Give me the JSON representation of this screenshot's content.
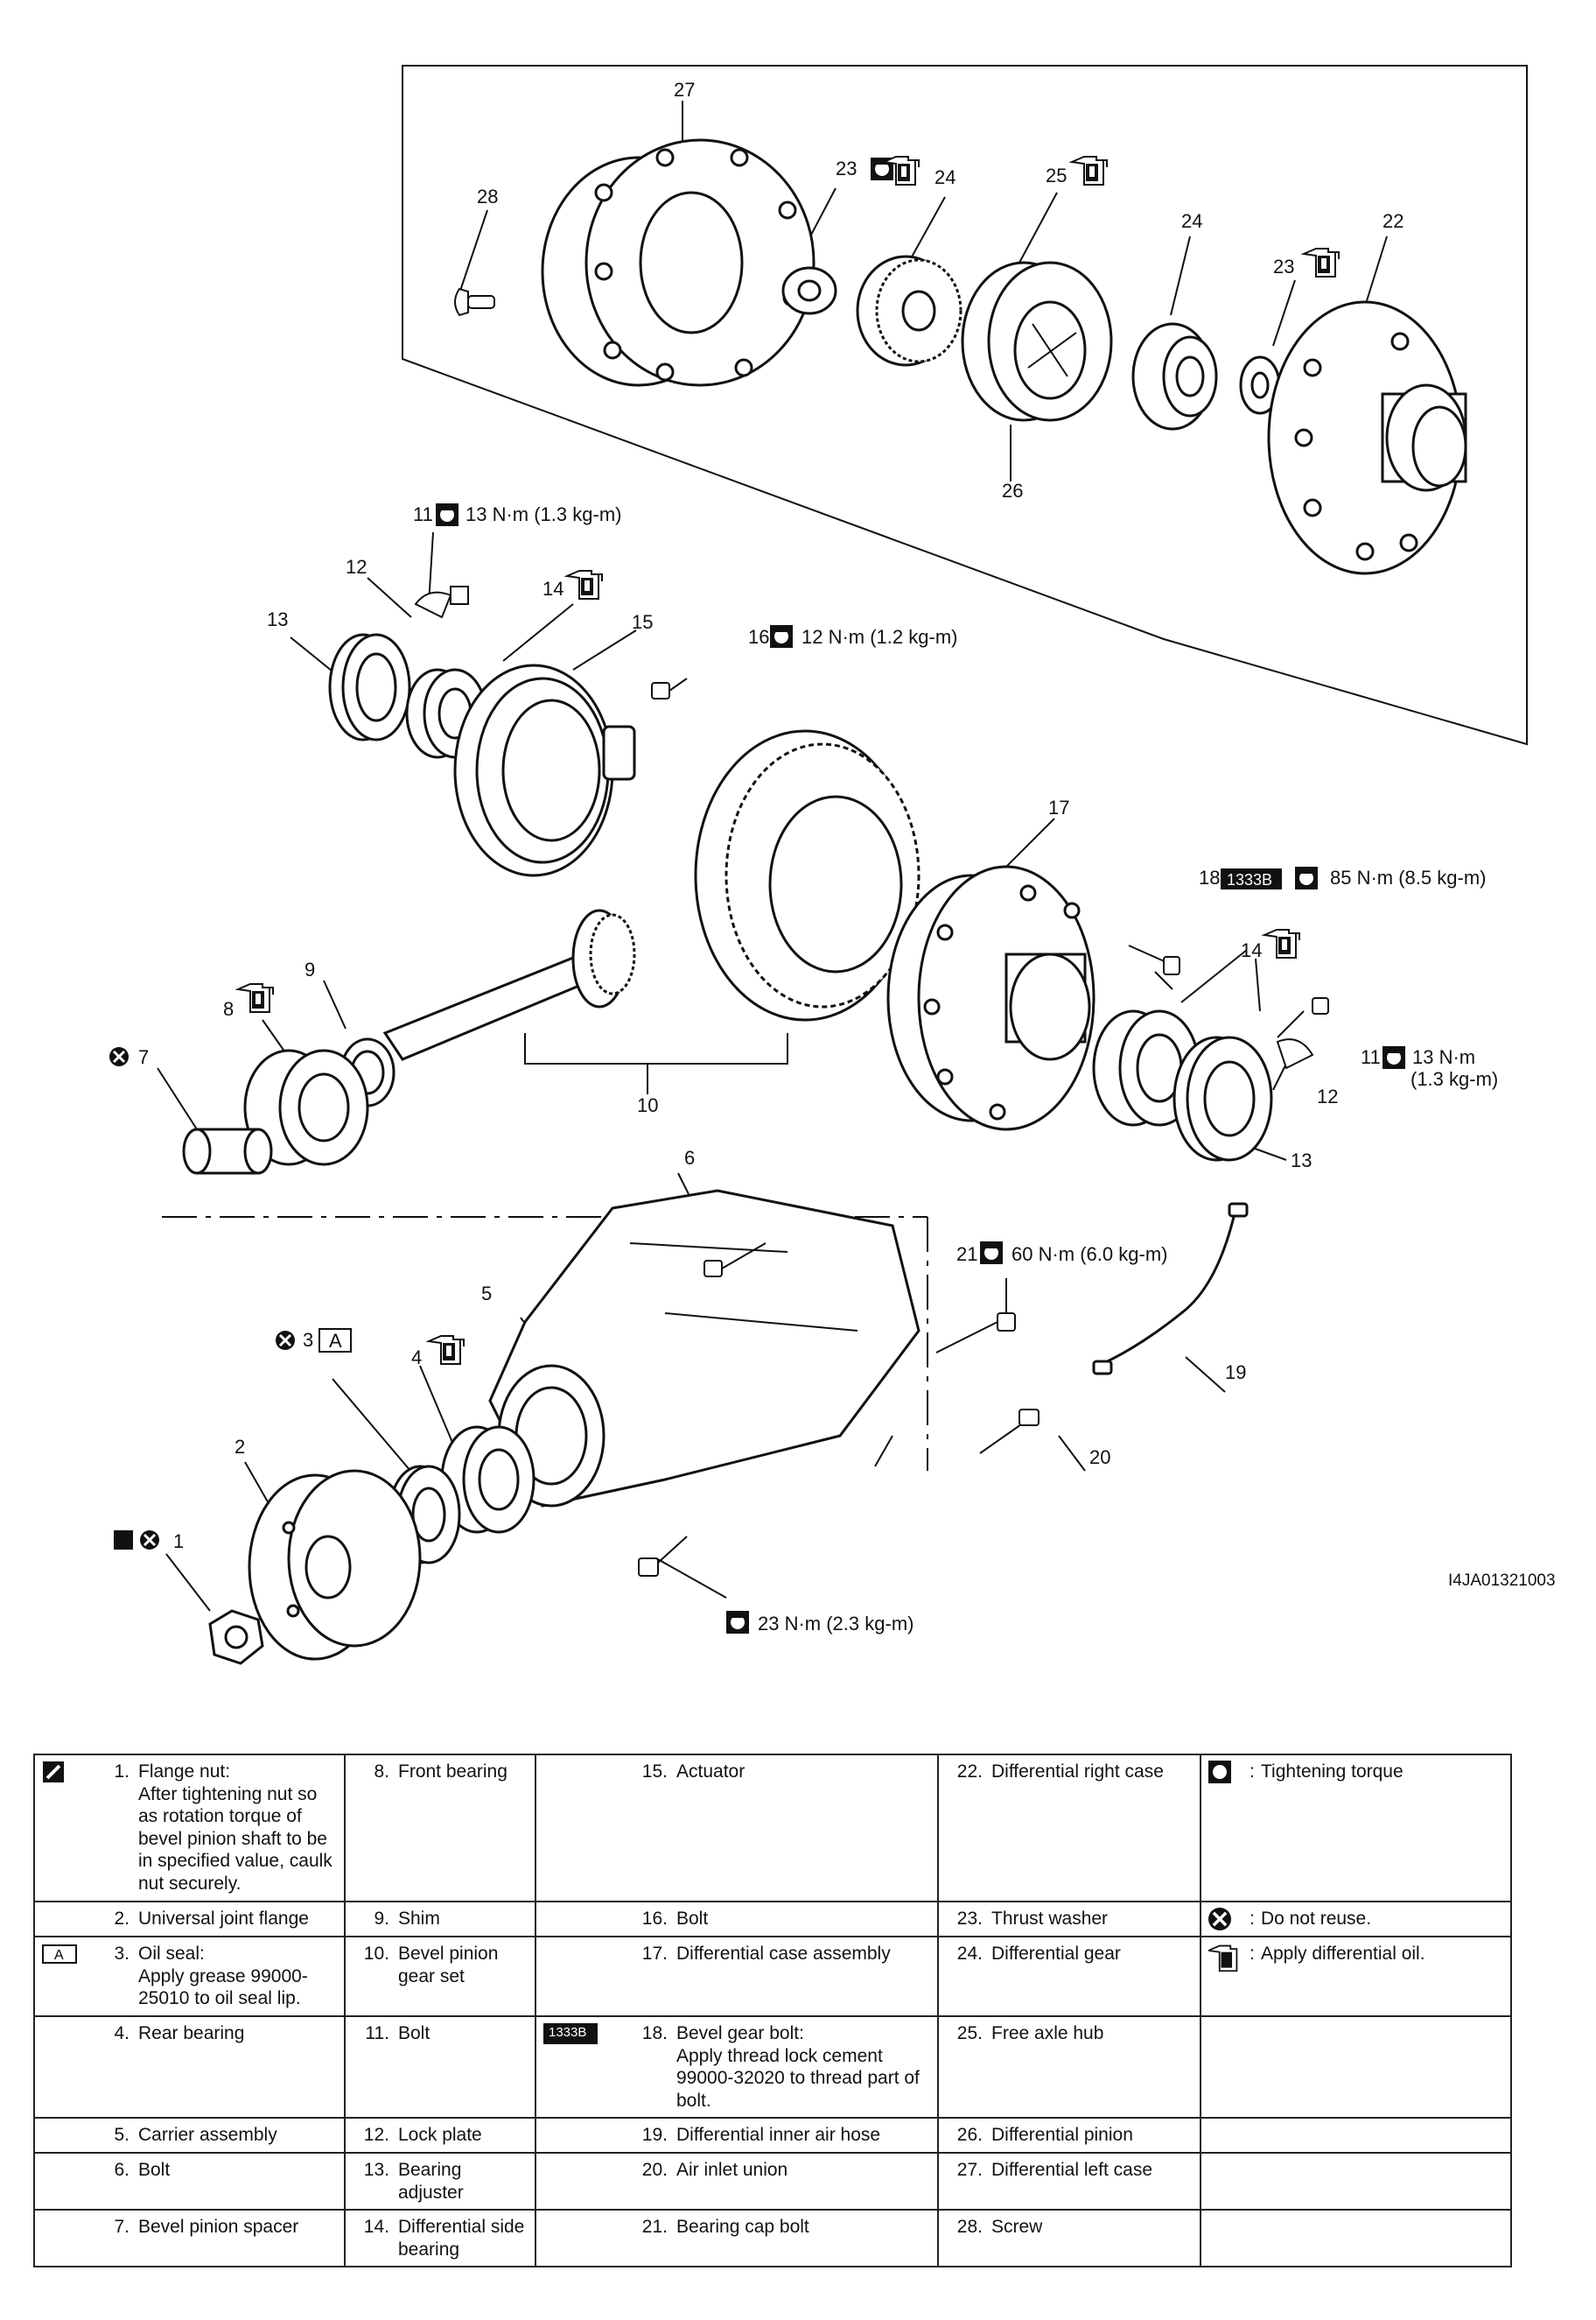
{
  "drawing_code": "I4JA01321003",
  "callouts": {
    "c1": "1",
    "c2": "2",
    "c3": "3",
    "c4": "4",
    "c5": "5",
    "c6": "6",
    "c7": "7",
    "c8": "8",
    "c9": "9",
    "c10": "10",
    "c11a": "11",
    "c11a_torque": "13 N·m (1.3 kg-m)",
    "c11b": "11",
    "c11b_torque_1": "13 N·m",
    "c11b_torque_2": "(1.3 kg-m)",
    "c12a": "12",
    "c12b": "12",
    "c13a": "13",
    "c13b": "13",
    "c14a": "14",
    "c14b": "14",
    "c15": "15",
    "c16": "16",
    "c16_torque": "12 N·m (1.2 kg-m)",
    "c17": "17",
    "c18": "18",
    "c18_code": "1333B",
    "c18_torque": "85 N·m (8.5 kg-m)",
    "c19": "19",
    "c20": "20",
    "c21": "21",
    "c21_torque": "60 N·m (6.0 kg-m)",
    "c22": "22",
    "c23a": "23",
    "c23b": "23",
    "c24a": "24",
    "c24b": "24",
    "c25": "25",
    "c26": "26",
    "c27": "27",
    "c28": "28",
    "bolt_torque": "23 N·m (2.3 kg-m)",
    "grease_code": "A"
  },
  "legend": {
    "col1": [
      {
        "num": "1.",
        "title": "Flange nut:",
        "desc": "After tightening nut so as rotation torque of bevel pinion shaft to be in specified value, caulk nut securely.",
        "icon": "caulk-icon"
      },
      {
        "num": "2.",
        "title": "Universal joint flange"
      },
      {
        "num": "3.",
        "title": "Oil seal:",
        "desc": "Apply grease 99000-25010 to oil seal lip.",
        "icon": "grease-icon"
      },
      {
        "num": "4.",
        "title": "Rear bearing"
      },
      {
        "num": "5.",
        "title": "Carrier assembly"
      },
      {
        "num": "6.",
        "title": "Bolt"
      },
      {
        "num": "7.",
        "title": "Bevel pinion spacer"
      }
    ],
    "col2": [
      {
        "num": "8.",
        "title": "Front bearing"
      },
      {
        "num": "9.",
        "title": "Shim"
      },
      {
        "num": "10.",
        "title": "Bevel pinion gear set"
      },
      {
        "num": "11.",
        "title": "Bolt"
      },
      {
        "num": "12.",
        "title": "Lock plate"
      },
      {
        "num": "13.",
        "title": "Bearing adjuster"
      },
      {
        "num": "14.",
        "title": "Differential side bearing"
      }
    ],
    "col3": [
      {
        "num": "15.",
        "title": "Actuator"
      },
      {
        "num": "16.",
        "title": "Bolt"
      },
      {
        "num": "17.",
        "title": "Differential case assembly"
      },
      {
        "num": "18.",
        "title": "Bevel gear bolt:",
        "desc": "Apply thread lock cement 99000-32020 to thread part of bolt.",
        "icon": "thread-lock-icon",
        "code": "1333B"
      },
      {
        "num": "19.",
        "title": "Differential inner air hose"
      },
      {
        "num": "20.",
        "title": "Air inlet union"
      },
      {
        "num": "21.",
        "title": "Bearing cap bolt"
      }
    ],
    "col4": [
      {
        "num": "22.",
        "title": "Differential right case"
      },
      {
        "num": "23.",
        "title": "Thrust washer"
      },
      {
        "num": "24.",
        "title": "Differential gear"
      },
      {
        "num": "25.",
        "title": "Free axle hub"
      },
      {
        "num": "26.",
        "title": "Differential pinion"
      },
      {
        "num": "27.",
        "title": "Differential left case"
      },
      {
        "num": "28.",
        "title": "Screw"
      }
    ],
    "keys": [
      {
        "icon": "torque-icon",
        "sep": ":",
        "text": "Tightening torque"
      },
      {
        "icon": "do-not-reuse-icon",
        "sep": ":",
        "text": "Do not reuse."
      },
      {
        "icon": "oil-can-icon",
        "sep": ":",
        "text": "Apply differential oil."
      }
    ]
  }
}
